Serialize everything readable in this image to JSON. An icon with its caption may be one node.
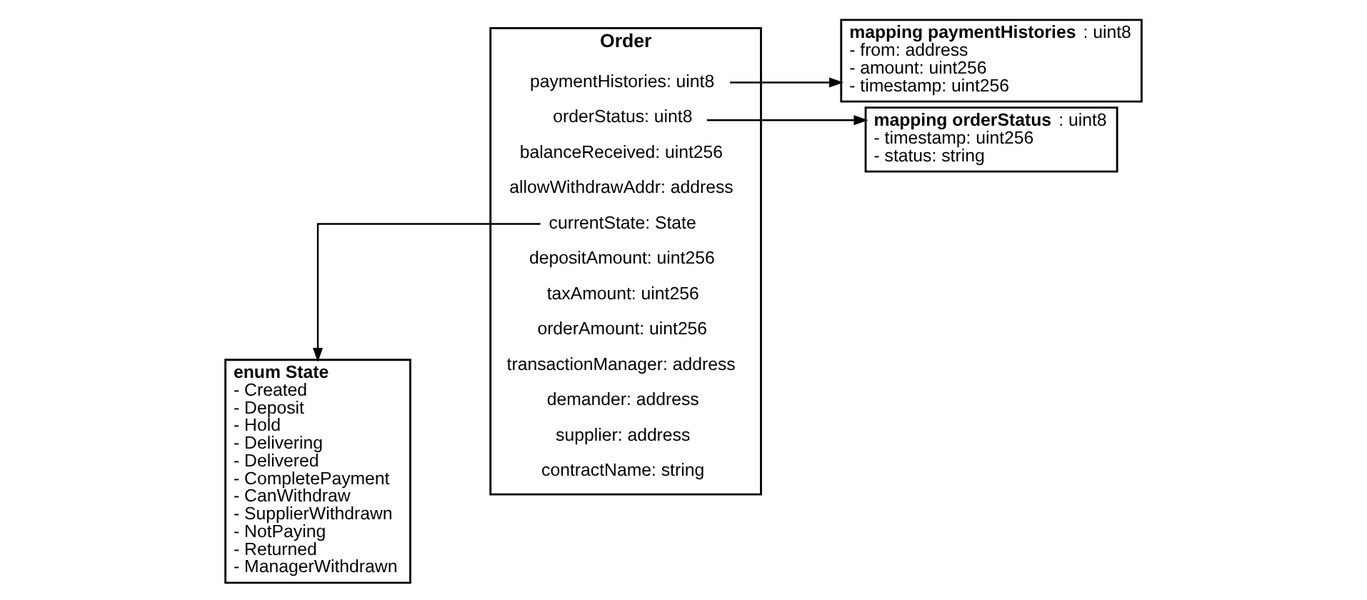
{
  "diagram": {
    "nodes": [
      {
        "text": [
          "enum State",
          "- Created",
          "- Deposit",
          "- Hold",
          "- Delivering",
          "- Delivered",
          "- CompletePayment",
          "- CanWithdraw",
          "- SupplierWithdrawn",
          "- NotPaying",
          "- Returned",
          "- ManagerWithdrawn"
        ]
      },
      {
        "text": [
          "Order"
        ]
      },
      {
        "text": [
          "contractName: string"
        ],
        "in": 1
      },
      {
        "text": [
          "supplier: address"
        ],
        "in": 1
      },
      {
        "text": [
          "demander: address"
        ],
        "in": 1
      },
      {
        "text": [
          "transactionManager: address"
        ],
        "in": 1
      },
      {
        "text": [
          "orderAmount: uint256"
        ],
        "in": 1
      },
      {
        "text": [
          "taxAmount: uint256"
        ],
        "in": 1
      },
      {
        "text": [
          "depositAmount: uint256"
        ],
        "in": 1
      },
      {
        "text": [
          "currentState: State"
        ],
        "in": 1
      },
      {
        "text": [
          "allowWithdrawAddr: address"
        ],
        "in": 1
      },
      {
        "text": [
          "balanceReceived: uint256"
        ],
        "in": 1
      },
      {
        "text": [
          "orderStatus: uint8"
        ],
        "in": 1
      },
      {
        "text": [
          "paymentHistories: uint8"
        ],
        "in": 1
      },
      {
        "text": [
          "**mapping orderStatus**: uint8",
          "- timestamp: uint256",
          "- status: string"
        ]
      },
      {
        "text": [
          "**mapping paymentHistories**: uint8",
          "- from: address",
          "- amount: uint256",
          "- timestamp: uint256"
        ]
      }
    ],
    "edges": [
      {
        "from": 9,
        "to": 0,
        "arrow": "to"
      },
      {
        "from": 12,
        "to": 14,
        "arrow": "to"
      },
      {
        "from": 13,
        "to": 15,
        "arrow": "to"
      }
    ]
  }
}
